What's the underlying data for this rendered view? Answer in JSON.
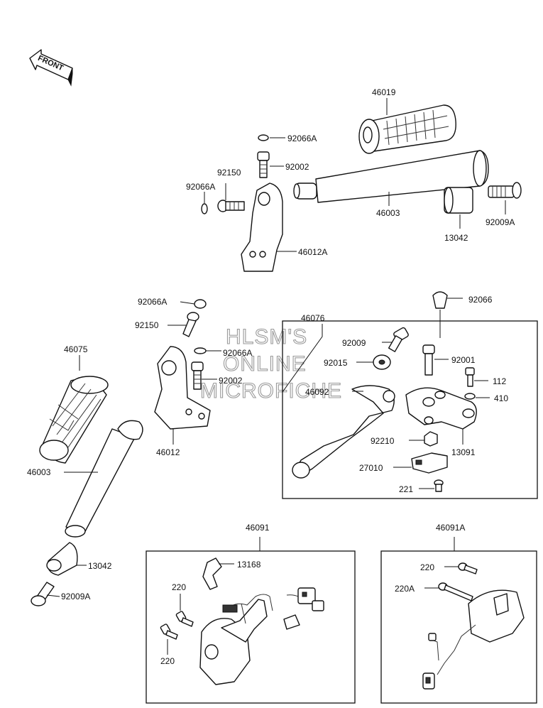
{
  "front_arrow": {
    "label": "FRONT"
  },
  "watermark": {
    "line1": "HLSM'S",
    "line2": "ONLINE",
    "line3": "MICROFICHE"
  },
  "labels": {
    "p46019": "46019",
    "p92066A_top": "92066A",
    "p92002_top": "92002",
    "p92150_top": "92150",
    "p92066A_left": "92066A",
    "p46003_top": "46003",
    "p13042_top": "13042",
    "p92009A_top": "92009A",
    "p46012A": "46012A",
    "p92066A_mid1": "92066A",
    "p92150_mid": "92150",
    "p46075": "46075",
    "p92066A_mid2": "92066A",
    "p92002_mid": "92002",
    "p46012": "46012",
    "p46003_low": "46003",
    "p13042_low": "13042",
    "p92009A_low": "92009A",
    "p46076": "46076",
    "p92066": "92066",
    "p92009": "92009",
    "p92001": "92001",
    "p92015": "92015",
    "p112": "112",
    "p46092": "46092",
    "p410": "410",
    "p92210": "92210",
    "p13091": "13091",
    "p27010": "27010",
    "p221": "221",
    "p46091": "46091",
    "p13168": "13168",
    "p220_a": "220",
    "p220_b": "220",
    "p46091A": "46091A",
    "p220_c": "220",
    "p220A": "220A"
  }
}
